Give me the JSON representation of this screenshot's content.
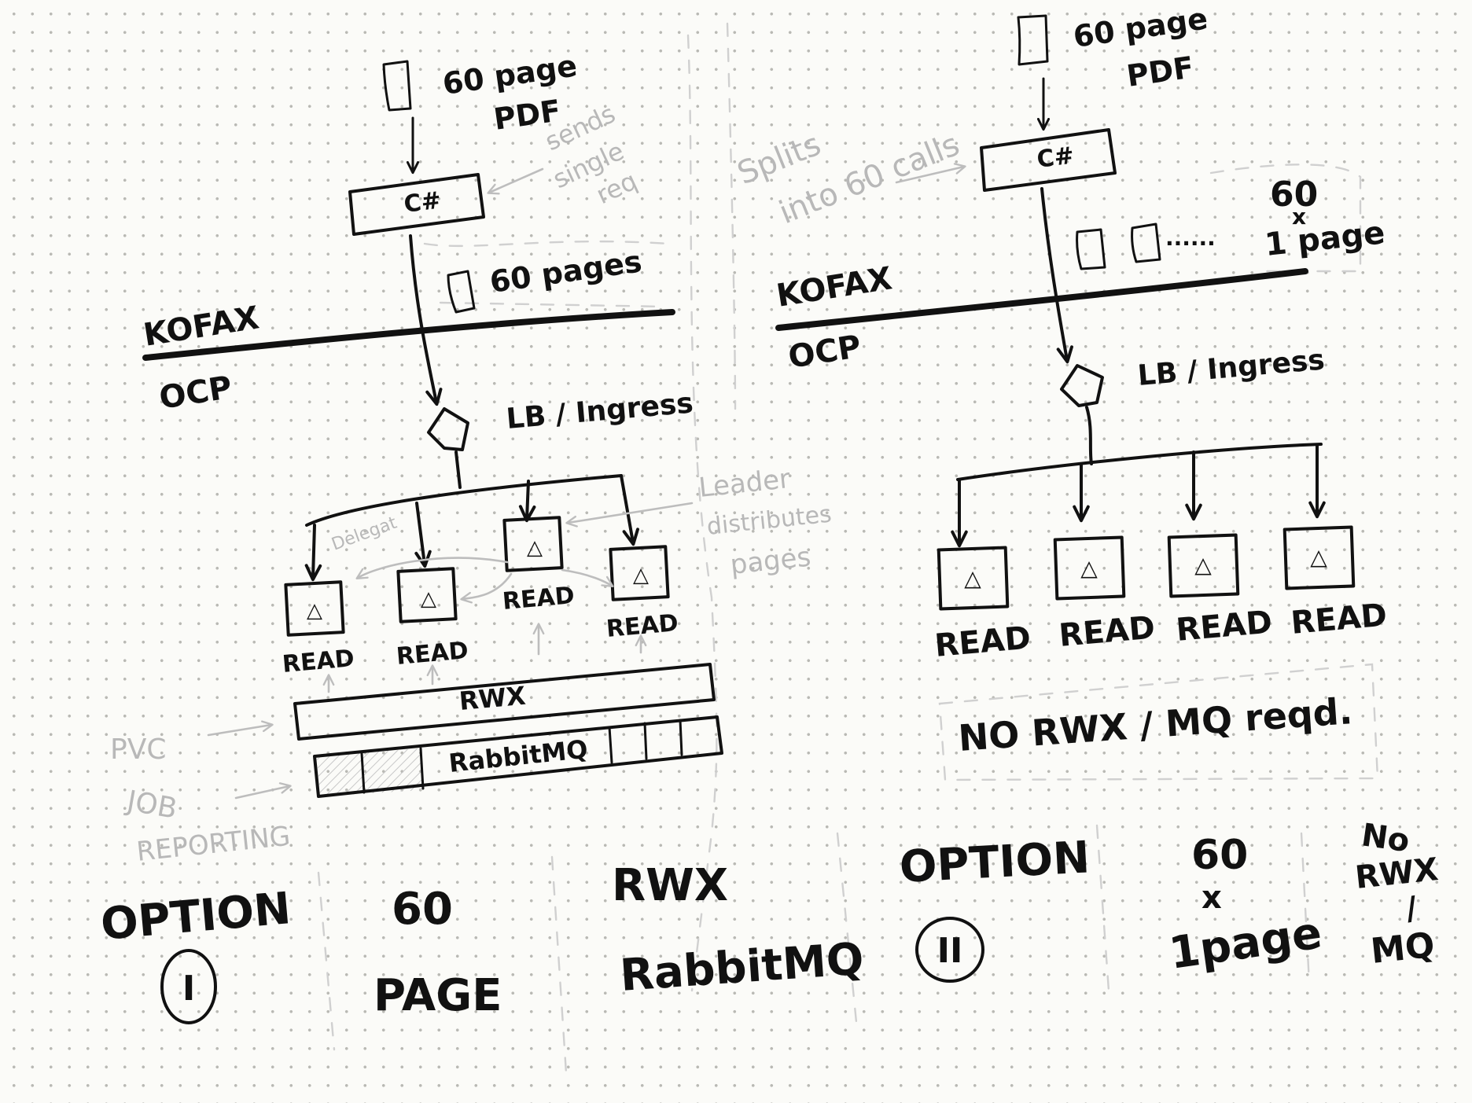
{
  "option1": {
    "pdf_count": "60 page",
    "pdf_word": "PDF",
    "client": "C#",
    "note_sends": [
      "sends",
      "single",
      "req"
    ],
    "pages_label": "60 pages",
    "kofax": "KOFAX",
    "ocp": "OCP",
    "lb": "LB / Ingress",
    "delegate": "Delegat",
    "leader_note": [
      "Leader",
      "distributes",
      "pages"
    ],
    "read": "READ",
    "rwx": "RWX",
    "rabbitmq": "RabbitMQ",
    "pvc_note": [
      "PVC",
      "JOB",
      "REPORTING"
    ]
  },
  "option2": {
    "pdf_count": "60 page",
    "pdf_word": "PDF",
    "client": "C#",
    "splits_note": [
      "Splits",
      "into 60 calls"
    ],
    "pages_label": [
      "60",
      "x",
      "1 page"
    ],
    "ellipsis": "......",
    "kofax": "KOFAX",
    "ocp": "OCP",
    "lb": "LB / Ingress",
    "read": "READ",
    "no_rwx": "NO RWX / MQ reqd."
  },
  "summary": {
    "option1_title": "OPTION",
    "option1_num": "I",
    "col2": [
      "60",
      "PAGE"
    ],
    "col3": [
      "RWX",
      "RabbitMQ"
    ],
    "option2_title": "OPTION",
    "option2_num": "II",
    "col5": [
      "60",
      "x",
      "1page"
    ],
    "col6": [
      "No",
      "RWX",
      "/",
      "MQ"
    ]
  }
}
